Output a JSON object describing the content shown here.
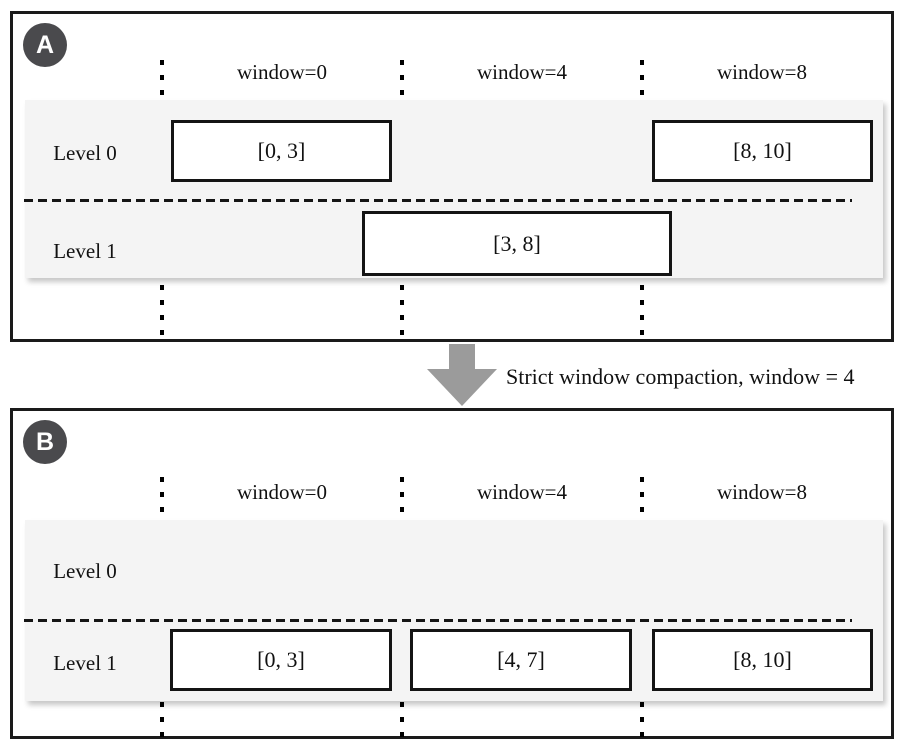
{
  "figure": {
    "transition": {
      "label": "Strict window compaction, window = 4",
      "arrow_icon": "down-arrow-icon"
    },
    "panel_a": {
      "badge": "A",
      "windows": [
        "window=0",
        "window=4",
        "window=8"
      ],
      "level0": {
        "label": "Level 0",
        "boxes": [
          "[0, 3]",
          "[8, 10]"
        ]
      },
      "level1": {
        "label": "Level 1",
        "boxes": [
          "[3, 8]"
        ]
      }
    },
    "panel_b": {
      "badge": "B",
      "windows": [
        "window=0",
        "window=4",
        "window=8"
      ],
      "level0": {
        "label": "Level 0",
        "boxes": []
      },
      "level1": {
        "label": "Level 1",
        "boxes": [
          "[0, 3]",
          "[4, 7]",
          "[8, 10]"
        ]
      }
    },
    "colors": {
      "band": "#f4f4f4",
      "badge": "#4a4a4d",
      "arrow": "#9b9b9b",
      "line": "#141414"
    }
  }
}
